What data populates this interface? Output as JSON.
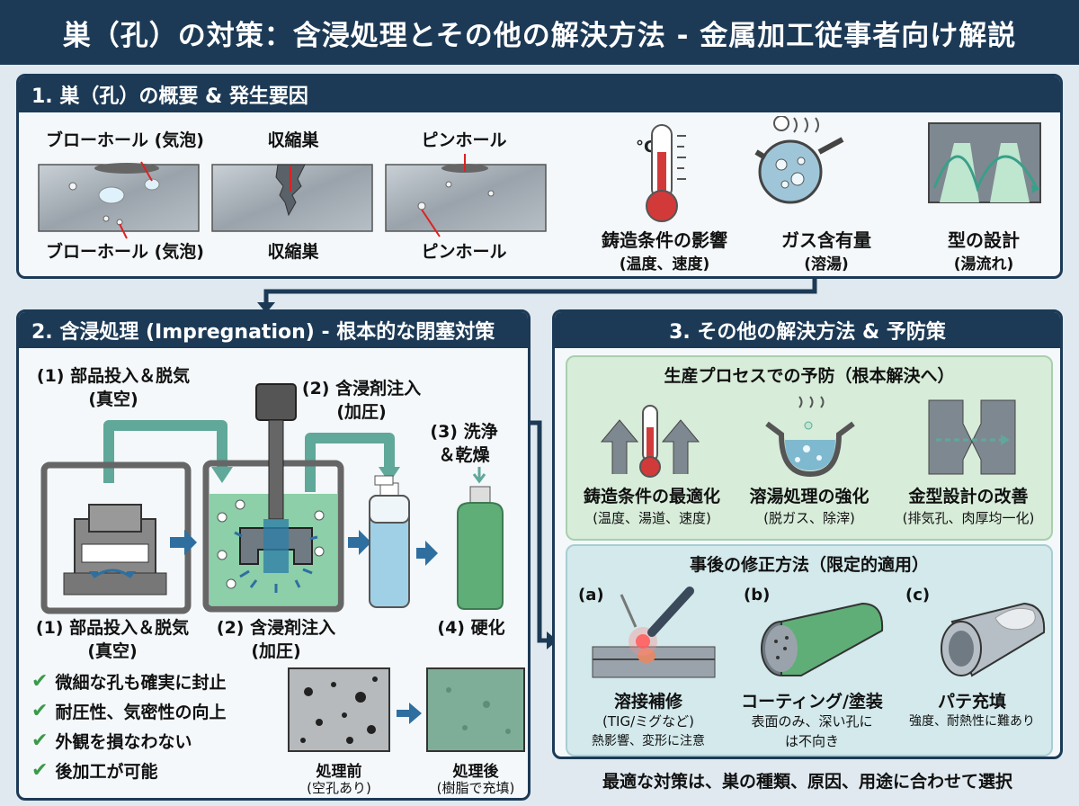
{
  "title": "巣（孔）の対策：含浸処理とその他の解決方法 - 金属加工従事者向け解説",
  "section1": {
    "heading": "1. 巣（孔）の概要 & 発生要因",
    "types": [
      {
        "top": "ブローホール (気泡)",
        "bottom": "ブローホール (気泡)"
      },
      {
        "top": "収縮巣",
        "bottom": "収縮巣"
      },
      {
        "top": "ピンホール",
        "bottom": "ピンホール"
      }
    ],
    "causes": [
      {
        "label": "鋳造条件の影響",
        "sub": "(温度、速度)"
      },
      {
        "label": "ガス含有量",
        "sub": "(溶湯)"
      },
      {
        "label": "型の設計",
        "sub": "(湯流れ)"
      }
    ],
    "thermo_unit": "°C"
  },
  "section2": {
    "heading": "2. 含浸処理 (Impregnation) - 根本的な閉塞対策",
    "step1_top": [
      "(1) 部品投入＆脱気",
      "(真空)"
    ],
    "step2_top": [
      "(2) 含浸剤注入",
      "(加圧)"
    ],
    "step3_top": [
      "(3) 洗浄",
      "＆乾燥"
    ],
    "step1_bottom": [
      "(1) 部品投入＆脱気",
      "(真空)"
    ],
    "step2_bottom": [
      "(2) 含浸剤注入",
      "(加圧)"
    ],
    "step4_bottom": "(4) 硬化",
    "benefits": [
      "微細な孔も確実に封止",
      "耐圧性、気密性の向上",
      "外観を損なわない",
      "後加工が可能"
    ],
    "before": {
      "label": "処理前",
      "sub": "(空孔あり)"
    },
    "after": {
      "label": "処理後",
      "sub": "(樹脂で充填)"
    }
  },
  "section3": {
    "heading": "3. その他の解決方法 & 予防策",
    "prevention": {
      "heading": "生産プロセスでの予防（根本解決へ）",
      "items": [
        {
          "label": "鋳造条件の最適化",
          "sub": "(温度、湯道、速度)"
        },
        {
          "label": "溶湯処理の強化",
          "sub": "(脱ガス、除滓)"
        },
        {
          "label": "金型設計の改善",
          "sub": "(排気孔、肉厚均一化)"
        }
      ]
    },
    "repair": {
      "heading": "事後の修正方法（限定的適用）",
      "items": [
        {
          "tag": "(a)",
          "label": "溶接補修",
          "sub1": "(TIG/ミグなど)",
          "sub2": "熱影響、変形に注意"
        },
        {
          "tag": "(b)",
          "label": "コーティング/塗装",
          "sub1": "表面のみ、深い孔に",
          "sub2": "は不向き"
        },
        {
          "tag": "(c)",
          "label": "パテ充填",
          "sub1": "強度、耐熱性に難あり",
          "sub2": ""
        }
      ]
    },
    "conclusion": "最適な対策は、巣の種類、原因、用途に合わせて選択"
  },
  "colors": {
    "navy": "#1c3a56",
    "teal_arrow": "#5fa89a",
    "green_fill": "#5fae77",
    "blue_arrow": "#2e6fa0"
  }
}
